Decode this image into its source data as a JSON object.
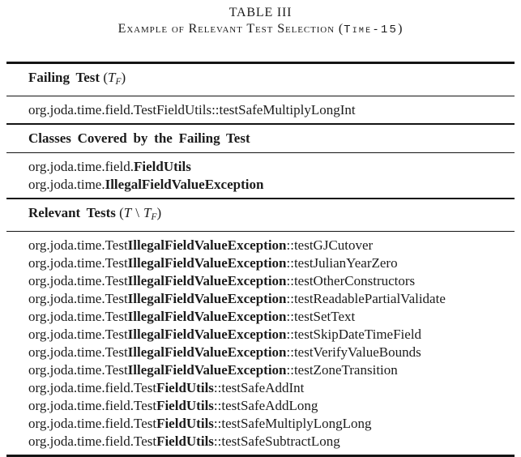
{
  "caption": {
    "title": "TABLE III",
    "subtitle_before": "Example of Relevant Test Selection (",
    "subtitle_mono": "Time-15",
    "subtitle_after": ")"
  },
  "sections": [
    {
      "header": {
        "label": "Failing Test",
        "math": {
          "open": "(",
          "var1": "T",
          "sub1": "F",
          "close": ")"
        }
      },
      "rows": [
        {
          "prefix": "org.joda.time.field.TestFieldUtils::testSafeMultiplyLongInt",
          "bold": "",
          "suffix": ""
        }
      ]
    },
    {
      "header": {
        "label": "Classes Covered by the Failing Test"
      },
      "rows": [
        {
          "prefix": "org.joda.time.field.",
          "bold": "FieldUtils",
          "suffix": ""
        },
        {
          "prefix": "org.joda.time.",
          "bold": "IllegalFieldValueException",
          "suffix": ""
        }
      ]
    },
    {
      "header": {
        "label": "Relevant Tests",
        "math": {
          "open": "(",
          "var1": "T",
          "setminus": "\\",
          "var2": "T",
          "sub2": "F",
          "close": ")"
        }
      },
      "rows": [
        {
          "prefix": "org.joda.time.Test",
          "bold": "IllegalFieldValueException",
          "suffix": "::testGJCutover"
        },
        {
          "prefix": "org.joda.time.Test",
          "bold": "IllegalFieldValueException",
          "suffix": "::testJulianYearZero"
        },
        {
          "prefix": "org.joda.time.Test",
          "bold": "IllegalFieldValueException",
          "suffix": "::testOtherConstructors"
        },
        {
          "prefix": "org.joda.time.Test",
          "bold": "IllegalFieldValueException",
          "suffix": "::testReadablePartialValidate"
        },
        {
          "prefix": "org.joda.time.Test",
          "bold": "IllegalFieldValueException",
          "suffix": "::testSetText"
        },
        {
          "prefix": "org.joda.time.Test",
          "bold": "IllegalFieldValueException",
          "suffix": "::testSkipDateTimeField"
        },
        {
          "prefix": "org.joda.time.Test",
          "bold": "IllegalFieldValueException",
          "suffix": "::testVerifyValueBounds"
        },
        {
          "prefix": "org.joda.time.Test",
          "bold": "IllegalFieldValueException",
          "suffix": "::testZoneTransition"
        },
        {
          "prefix": "org.joda.time.field.Test",
          "bold": "FieldUtils",
          "suffix": "::testSafeAddInt"
        },
        {
          "prefix": "org.joda.time.field.Test",
          "bold": "FieldUtils",
          "suffix": "::testSafeAddLong"
        },
        {
          "prefix": "org.joda.time.field.Test",
          "bold": "FieldUtils",
          "suffix": "::testSafeMultiplyLongLong"
        },
        {
          "prefix": "org.joda.time.field.Test",
          "bold": "FieldUtils",
          "suffix": "::testSafeSubtractLong"
        }
      ]
    }
  ]
}
